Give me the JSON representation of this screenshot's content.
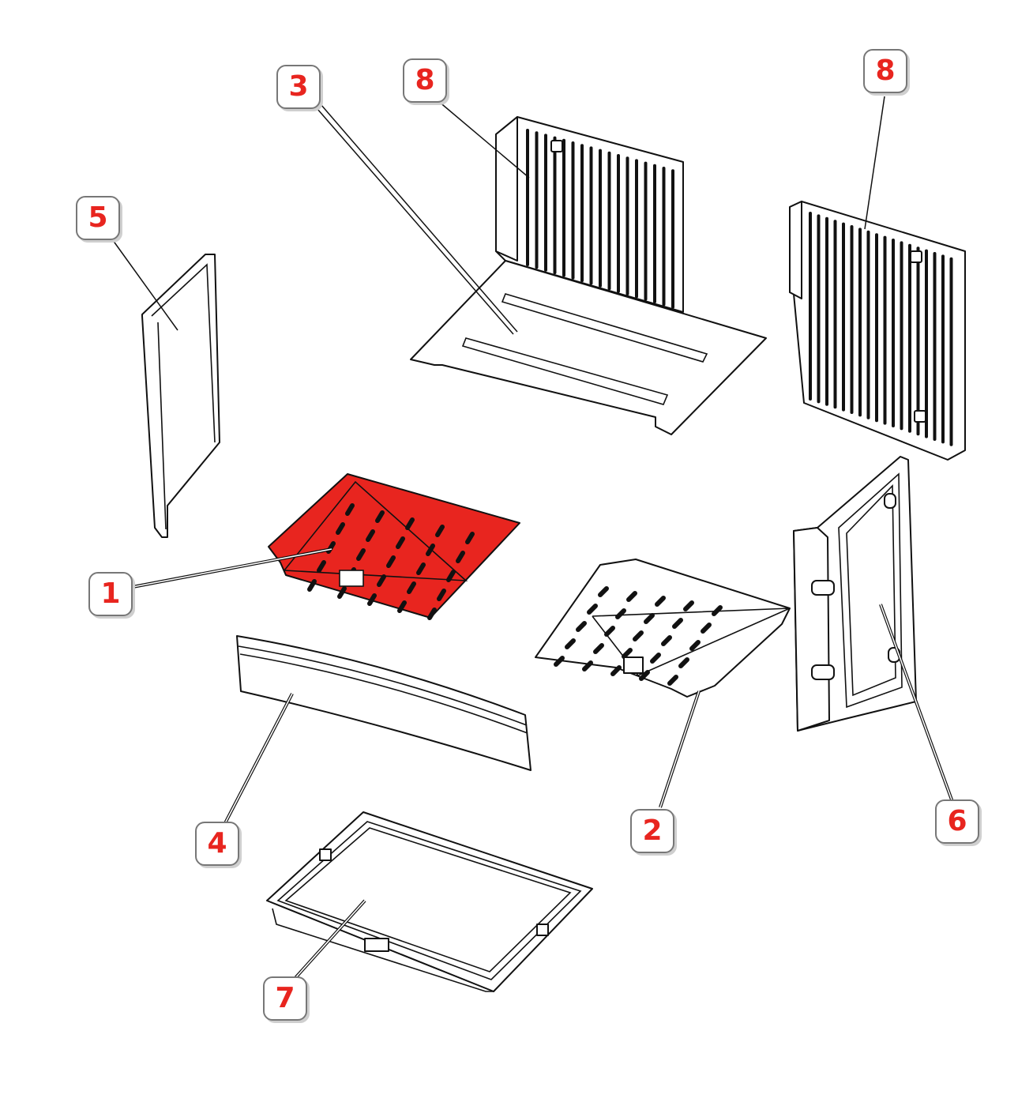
{
  "colors": {
    "highlight": "#e8251f",
    "label_text": "#e8251f",
    "line": "#111111"
  },
  "callouts": {
    "c1": "1",
    "c2": "2",
    "c3": "3",
    "c4": "4",
    "c5": "5",
    "c6": "6",
    "c7": "7",
    "c8a": "8",
    "c8b": "8"
  }
}
